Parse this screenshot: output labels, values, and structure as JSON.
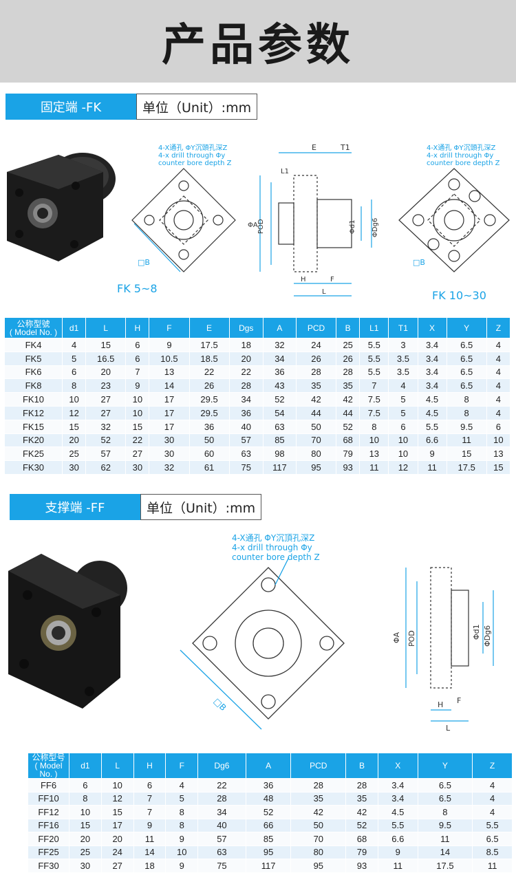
{
  "page_title": "产品参数",
  "fk": {
    "label": "固定端 -FK",
    "unit": "单位（Unit）:mm",
    "note_cn": "4-X通孔 ΦY沉頭孔深Z",
    "note_en1": "4-x drill through Φy",
    "note_en2": "counter bore depth Z",
    "label_small": "FK 5~8",
    "label_large": "FK 10~30",
    "dim_labels": [
      "E",
      "T1",
      "L1",
      "ΦA",
      "POD",
      "Φd1",
      "ΦDg6",
      "H",
      "F",
      "L",
      "□B"
    ],
    "columns": [
      "d1",
      "L",
      "H",
      "F",
      "E",
      "Dgs",
      "A",
      "PCD",
      "B",
      "L1",
      "T1",
      "X",
      "Y",
      "Z"
    ],
    "model_col_cn": "公称型號",
    "model_col_en": "( Model No. )",
    "rows": [
      [
        "FK4",
        "4",
        "15",
        "6",
        "9",
        "17.5",
        "18",
        "32",
        "24",
        "25",
        "5.5",
        "3",
        "3.4",
        "6.5",
        "4"
      ],
      [
        "FK5",
        "5",
        "16.5",
        "6",
        "10.5",
        "18.5",
        "20",
        "34",
        "26",
        "26",
        "5.5",
        "3.5",
        "3.4",
        "6.5",
        "4"
      ],
      [
        "FK6",
        "6",
        "20",
        "7",
        "13",
        "22",
        "22",
        "36",
        "28",
        "28",
        "5.5",
        "3.5",
        "3.4",
        "6.5",
        "4"
      ],
      [
        "FK8",
        "8",
        "23",
        "9",
        "14",
        "26",
        "28",
        "43",
        "35",
        "35",
        "7",
        "4",
        "3.4",
        "6.5",
        "4"
      ],
      [
        "FK10",
        "10",
        "27",
        "10",
        "17",
        "29.5",
        "34",
        "52",
        "42",
        "42",
        "7.5",
        "5",
        "4.5",
        "8",
        "4"
      ],
      [
        "FK12",
        "12",
        "27",
        "10",
        "17",
        "29.5",
        "36",
        "54",
        "44",
        "44",
        "7.5",
        "5",
        "4.5",
        "8",
        "4"
      ],
      [
        "FK15",
        "15",
        "32",
        "15",
        "17",
        "36",
        "40",
        "63",
        "50",
        "52",
        "8",
        "6",
        "5.5",
        "9.5",
        "6"
      ],
      [
        "FK20",
        "20",
        "52",
        "22",
        "30",
        "50",
        "57",
        "85",
        "70",
        "68",
        "10",
        "10",
        "6.6",
        "11",
        "10"
      ],
      [
        "FK25",
        "25",
        "57",
        "27",
        "30",
        "60",
        "63",
        "98",
        "80",
        "79",
        "13",
        "10",
        "9",
        "15",
        "13"
      ],
      [
        "FK30",
        "30",
        "62",
        "30",
        "32",
        "61",
        "75",
        "117",
        "95",
        "93",
        "11",
        "12",
        "11",
        "17.5",
        "15"
      ]
    ]
  },
  "ff": {
    "label": "支撑端 -FF",
    "unit": "单位（Unit）:mm",
    "note_cn": "4-X通孔 ΦY沉頂孔深Z",
    "note_en1": "4-x drill through Φy",
    "note_en2": "counter bore depth Z",
    "dim_labels": [
      "ΦA",
      "POD",
      "Φd1",
      "ΦDg6",
      "H",
      "F",
      "L",
      "□B"
    ],
    "columns": [
      "d1",
      "L",
      "H",
      "F",
      "Dg6",
      "A",
      "PCD",
      "B",
      "X",
      "Y",
      "Z"
    ],
    "model_col_cn": "公称型号",
    "model_col_en": "( Model No. )",
    "rows": [
      [
        "FF6",
        "6",
        "10",
        "6",
        "4",
        "22",
        "36",
        "28",
        "28",
        "3.4",
        "6.5",
        "4"
      ],
      [
        "FF10",
        "8",
        "12",
        "7",
        "5",
        "28",
        "48",
        "35",
        "35",
        "3.4",
        "6.5",
        "4"
      ],
      [
        "FF12",
        "10",
        "15",
        "7",
        "8",
        "34",
        "52",
        "42",
        "42",
        "4.5",
        "8",
        "4"
      ],
      [
        "FF16",
        "15",
        "17",
        "9",
        "8",
        "40",
        "66",
        "50",
        "52",
        "5.5",
        "9.5",
        "5.5"
      ],
      [
        "FF20",
        "20",
        "20",
        "11",
        "9",
        "57",
        "85",
        "70",
        "68",
        "6.6",
        "11",
        "6.5"
      ],
      [
        "FF25",
        "25",
        "24",
        "14",
        "10",
        "63",
        "95",
        "80",
        "79",
        "9",
        "14",
        "8.5"
      ],
      [
        "FF30",
        "30",
        "27",
        "18",
        "9",
        "75",
        "117",
        "95",
        "93",
        "11",
        "17.5",
        "11"
      ]
    ]
  }
}
